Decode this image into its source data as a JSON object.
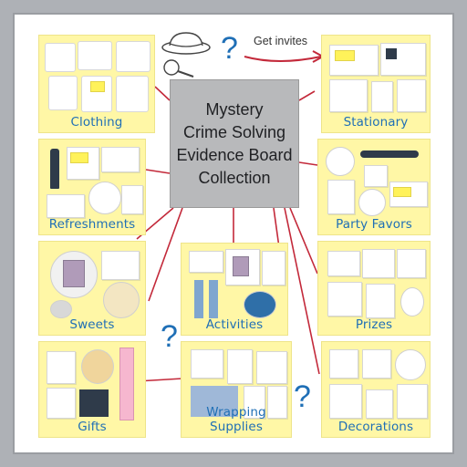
{
  "title_lines": [
    "Mystery",
    "Crime Solving",
    "Evidence  Board",
    "Collection"
  ],
  "callout": "Get invites",
  "question_mark": "?",
  "categories": {
    "clothing": "Clothing",
    "stationary": "Stationary",
    "refreshments": "Refreshments",
    "party_favors": "Party Favors",
    "sweets": "Sweets",
    "activities": "Activities",
    "prizes": "Prizes",
    "gifts": "Gifts",
    "wrapping_supplies": "Wrapping Supplies",
    "decorations": "Decorations"
  },
  "colors": {
    "tile_bg": "#fff7a6",
    "label": "#1f6fb6",
    "connector": "#c3293a",
    "center_box": "#b8b9bb",
    "frame": "#aeb1b6"
  },
  "icons": [
    "detective-hat-icon",
    "magnifying-glass-icon",
    "red-arrow-icon",
    "question-mark-icon"
  ]
}
